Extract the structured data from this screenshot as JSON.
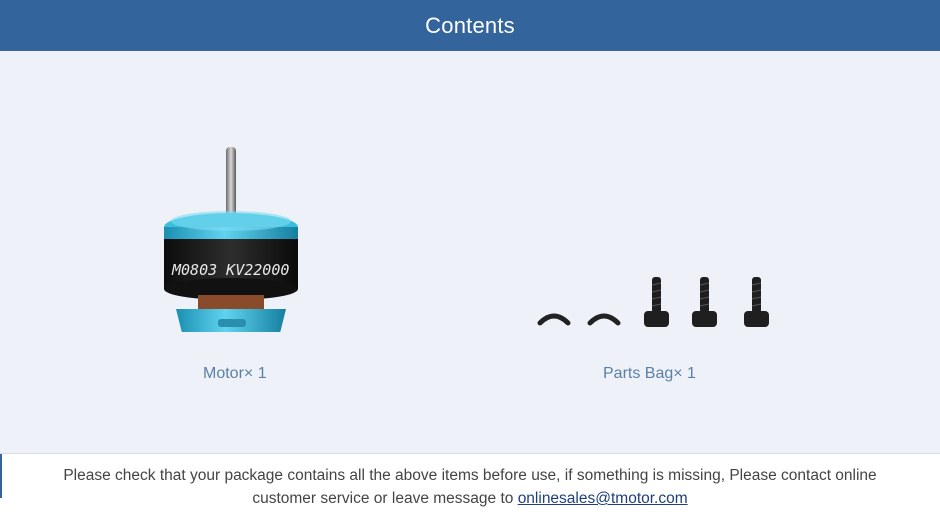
{
  "header": {
    "title": "Contents"
  },
  "items": [
    {
      "label": "Motor× 1",
      "icon": "motor-icon",
      "motor_text": "M0803  KV22000"
    },
    {
      "label": "Parts Bag× 1",
      "icon": "parts-bag-icon"
    }
  ],
  "footer": {
    "line1": "Please check that your package contains all the above items before use, if something is missing, Please contact online",
    "line2_prefix": "customer service or leave message to ",
    "email": "onlinesales@tmotor.com"
  },
  "colors": {
    "header_bg": "#33659c",
    "motor_accent": "#2fb6d8",
    "caption": "#5b7fa6"
  }
}
